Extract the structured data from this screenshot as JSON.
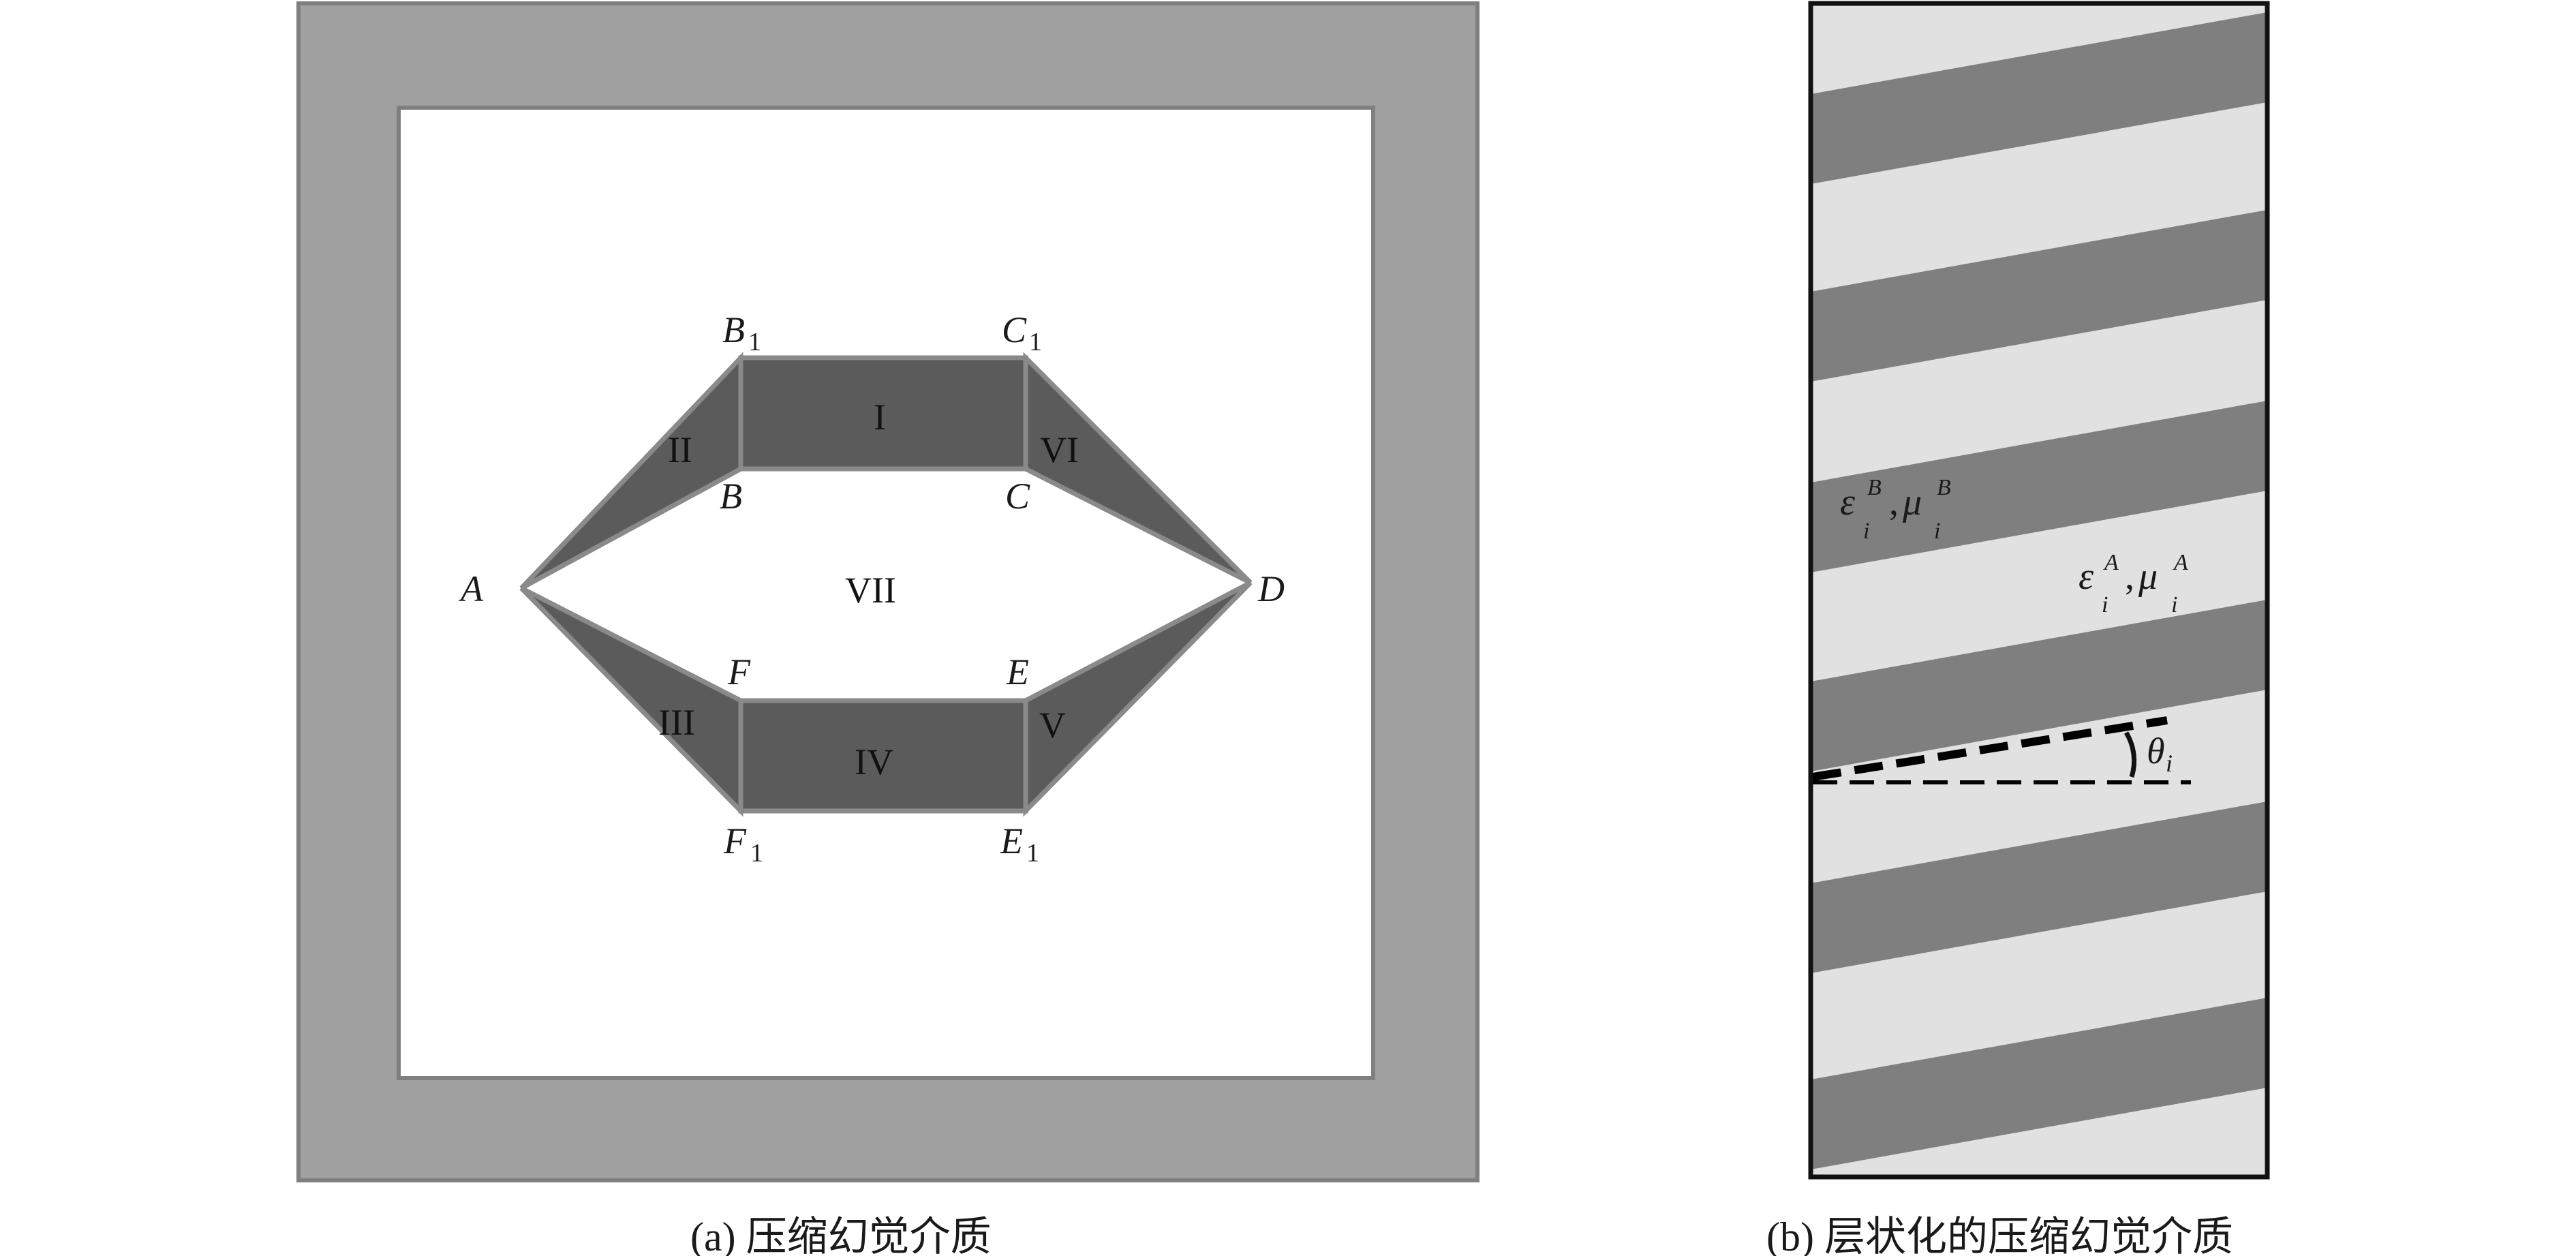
{
  "colors": {
    "frame": "#a0a0a0",
    "frame_border": "#7f7f7f",
    "cloak_region": "#5b5b5b",
    "cloak_border": "#8a8a8a",
    "stripe_dark": "#7f7f7f",
    "stripe_light": "#e1e1e1"
  },
  "panel_a": {
    "caption": "(a)  压缩幻觉介质",
    "points": {
      "A": "A",
      "B": "B",
      "B1": "B",
      "B1_sub": "1",
      "C": "C",
      "C1": "C",
      "C1_sub": "1",
      "D": "D",
      "E": "E",
      "E1": "E",
      "E1_sub": "1",
      "F": "F",
      "F1": "F",
      "F1_sub": "1"
    },
    "regions": {
      "I": "I",
      "II": "II",
      "III": "III",
      "IV": "IV",
      "V": "V",
      "VI": "VI",
      "VII": "VII"
    }
  },
  "panel_b": {
    "caption": "(b)  层状化的压缩幻觉介质",
    "label_B": {
      "eps": "ε",
      "mu": "μ",
      "sub": "i",
      "sup": "B",
      "sep": ","
    },
    "label_A": {
      "eps": "ε",
      "mu": "μ",
      "sub": "i",
      "sup": "A",
      "sep": ","
    },
    "angle": {
      "sym": "θ",
      "sub": "i"
    }
  }
}
